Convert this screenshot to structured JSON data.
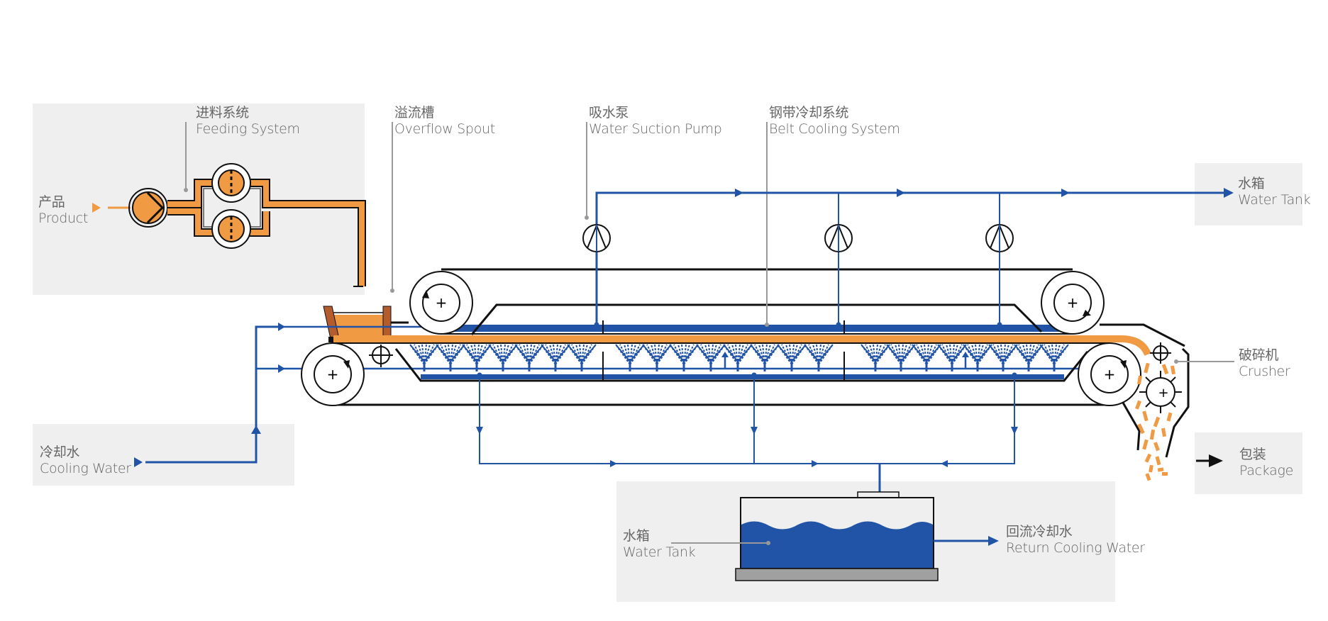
{
  "title": "Steel Belt Cooling Process Flow",
  "colors": {
    "water": "#2154a6",
    "product": "#f09a43",
    "panel": "#efefef",
    "text": "#666666",
    "outline": "#111111",
    "spout": "#b35c2e",
    "tank_base": "#a0a0a0"
  },
  "labels": {
    "feeding_system": {
      "zh": "进料系统",
      "en": "Feeding System"
    },
    "product": {
      "zh": "产品",
      "en": "Product"
    },
    "overflow_spout": {
      "zh": "溢流槽",
      "en": "Overflow Spout"
    },
    "water_suction_pump": {
      "zh": "吸水泵",
      "en": "Water Suction Pump"
    },
    "belt_cooling_system": {
      "zh": "钢带冷却系统",
      "en": "Belt Cooling System"
    },
    "water_tank_out": {
      "zh": "水箱",
      "en": "Water Tank"
    },
    "crusher": {
      "zh": "破碎机",
      "en": "Crusher"
    },
    "package": {
      "zh": "包装",
      "en": "Package"
    },
    "cooling_water": {
      "zh": "冷却水",
      "en": "Cooling Water"
    },
    "water_tank": {
      "zh": "水箱",
      "en": "Water Tank"
    },
    "return_cooling_water": {
      "zh": "回流冷却水",
      "en": "Return Cooling Water"
    }
  },
  "components": {
    "suction_pumps": 3,
    "spray_nozzle_groups": 3,
    "feed_pumps": 2
  }
}
